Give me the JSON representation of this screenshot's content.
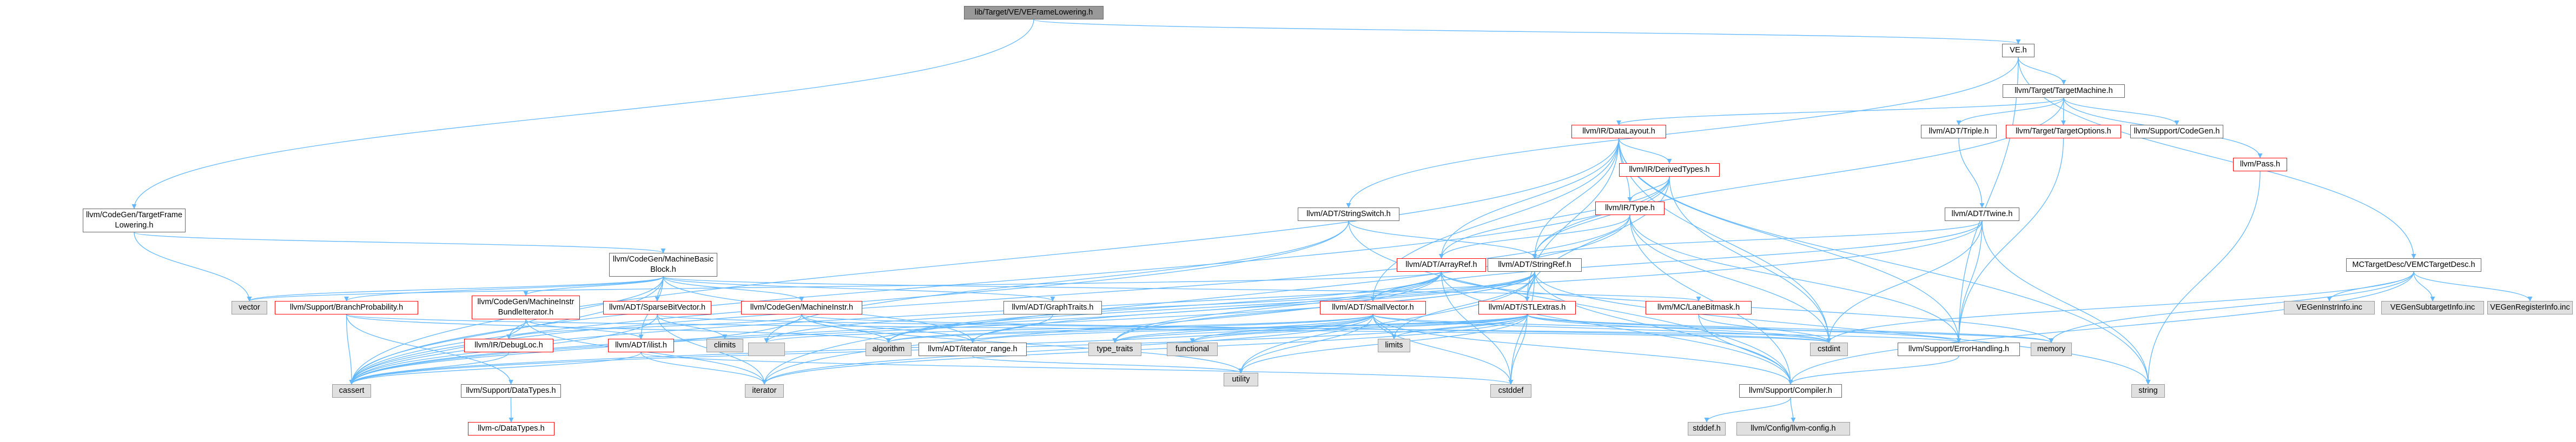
{
  "colors": {
    "edge": "#63b8ff",
    "edge_alt": "#6b9ec4",
    "node_border": "#666666",
    "node_border_missing": "#ff0000",
    "external_node_fill": "#e0e0e0",
    "root_node_fill": "#999999"
  },
  "nodes": {
    "root": "lib/Target/VE/VEFrameLowering.h",
    "ve": "VE.h",
    "codegen_target_frame": "llvm/CodeGen/TargetFrame\nLowering.h",
    "target_machine": "llvm/Target/TargetMachine.h",
    "mctarget_desc": "MCTargetDesc/VEMCTargetDesc.h",
    "data_layout": "llvm/IR/DataLayout.h",
    "adt_triple": "llvm/ADT/Triple.h",
    "target_options": "llvm/Target/TargetOptions.h",
    "support_codegen": "llvm/Support/CodeGen.h",
    "pass": "llvm/Pass.h",
    "derived_types": "llvm/IR/DerivedTypes.h",
    "ir_type": "llvm/IR/Type.h",
    "string_switch": "llvm/ADT/StringSwitch.h",
    "twine": "llvm/ADT/Twine.h",
    "machine_basic_block": "llvm/CodeGen/MachineBasic\nBlock.h",
    "array_ref": "llvm/ADT/ArrayRef.h",
    "string_ref": "llvm/ADT/StringRef.h",
    "vector": "vector",
    "branch_probability": "llvm/Support/BranchProbability.h",
    "machine_instr_bundle_iterator": "llvm/CodeGen/MachineInstr\nBundleIterator.h",
    "sparse_bit_vector": "llvm/ADT/SparseBitVector.h",
    "machine_instr": "llvm/CodeGen/MachineInstr.h",
    "graph_traits": "llvm/ADT/GraphTraits.h",
    "small_vector": "llvm/ADT/SmallVector.h",
    "stl_extras": "llvm/ADT/STLExtras.h",
    "lane_bitmask": "llvm/MC/LaneBitmask.h",
    "debug_loc": "llvm/IR/DebugLoc.h",
    "ilist": "llvm/ADT/ilist.h",
    "climits": "climits",
    "algorithm": "algorithm",
    "iterator_range": "llvm/ADT/iterator_range.h",
    "type_traits": "type_traits",
    "functional": "functional",
    "limits": "limits",
    "cstdint": "cstdint",
    "error_handling": "llvm/Support/ErrorHandling.h",
    "memory": "memory",
    "cassert": "cassert",
    "data_types": "llvm/Support/DataTypes.h",
    "iterator": "iterator",
    "utility": "utility",
    "cstddef": "cstddef",
    "compiler": "llvm/Support/Compiler.h",
    "string": "string",
    "genregisterinfo": "VEGenRegisterInfo.inc",
    "gensubtargetinfo": "VEGenSubtargetInfo.inc",
    "geninstrinfo": "VEGenInstrInfo.inc",
    "llvm_c_datatypes": "llvm-c/DataTypes.h",
    "stddef": "stddef.h",
    "llvm_config": "llvm/Config/llvm-config.h"
  },
  "edges": [
    [
      "root",
      "ve"
    ],
    [
      "root",
      "codegen_target_frame"
    ],
    [
      "ve",
      "target_machine"
    ],
    [
      "ve",
      "mctarget_desc"
    ],
    [
      "ve",
      "string_switch"
    ],
    [
      "ve",
      "error_handling"
    ],
    [
      "codegen_target_frame",
      "machine_basic_block"
    ],
    [
      "codegen_target_frame",
      "vector"
    ],
    [
      "target_machine",
      "data_layout"
    ],
    [
      "target_machine",
      "adt_triple"
    ],
    [
      "target_machine",
      "target_options"
    ],
    [
      "target_machine",
      "support_codegen"
    ],
    [
      "target_machine",
      "pass"
    ],
    [
      "target_machine",
      "string_ref"
    ],
    [
      "mctarget_desc",
      "geninstrinfo"
    ],
    [
      "mctarget_desc",
      "gensubtargetinfo"
    ],
    [
      "mctarget_desc",
      "genregisterinfo"
    ],
    [
      "mctarget_desc",
      "memory"
    ],
    [
      "mctarget_desc",
      "compiler"
    ],
    [
      "mctarget_desc",
      "cstdint"
    ],
    [
      "data_layout",
      "derived_types"
    ],
    [
      "data_layout",
      "ir_type"
    ],
    [
      "data_layout",
      "array_ref"
    ],
    [
      "data_layout",
      "small_vector"
    ],
    [
      "data_layout",
      "stl_extras"
    ],
    [
      "data_layout",
      "string_ref"
    ],
    [
      "data_layout",
      "error_handling"
    ],
    [
      "data_layout",
      "cassert"
    ],
    [
      "data_layout",
      "cstdint"
    ],
    [
      "data_layout",
      "string"
    ],
    [
      "adt_triple",
      "twine"
    ],
    [
      "target_options",
      "error_handling"
    ],
    [
      "pass",
      "string"
    ],
    [
      "derived_types",
      "ir_type"
    ],
    [
      "derived_types",
      "array_ref"
    ],
    [
      "derived_types",
      "stl_extras"
    ],
    [
      "derived_types",
      "string_ref"
    ],
    [
      "derived_types",
      "cassert"
    ],
    [
      "derived_types",
      "cstdint"
    ],
    [
      "ir_type",
      "array_ref"
    ],
    [
      "ir_type",
      "compiler"
    ],
    [
      "ir_type",
      "error_handling"
    ],
    [
      "ir_type",
      "cassert"
    ],
    [
      "ir_type",
      "cstdint"
    ],
    [
      "ir_type",
      "iterator"
    ],
    [
      "string_switch",
      "string_ref"
    ],
    [
      "string_switch",
      "compiler"
    ],
    [
      "string_switch",
      "cassert"
    ],
    [
      "string_switch",
      "cstring"
    ],
    [
      "twine",
      "small_vector"
    ],
    [
      "twine",
      "string_ref"
    ],
    [
      "twine",
      "error_handling"
    ],
    [
      "twine",
      "cassert"
    ],
    [
      "twine",
      "cstdint"
    ],
    [
      "twine",
      "string"
    ],
    [
      "machine_basic_block",
      "branch_probability"
    ],
    [
      "machine_basic_block",
      "machine_instr_bundle_iterator"
    ],
    [
      "machine_basic_block",
      "sparse_bit_vector"
    ],
    [
      "machine_basic_block",
      "machine_instr"
    ],
    [
      "machine_basic_block",
      "graph_traits"
    ],
    [
      "machine_basic_block",
      "iterator_range"
    ],
    [
      "machine_basic_block",
      "lane_bitmask"
    ],
    [
      "machine_basic_block",
      "debug_loc"
    ],
    [
      "machine_basic_block",
      "ilist"
    ],
    [
      "machine_basic_block",
      "cassert"
    ],
    [
      "machine_basic_block",
      "vector"
    ],
    [
      "array_ref",
      "small_vector"
    ],
    [
      "array_ref",
      "stl_extras"
    ],
    [
      "array_ref",
      "compiler"
    ],
    [
      "array_ref",
      "algorithm"
    ],
    [
      "array_ref",
      "cassert"
    ],
    [
      "array_ref",
      "cstddef"
    ],
    [
      "array_ref",
      "iterator"
    ],
    [
      "array_ref",
      "memory"
    ],
    [
      "array_ref",
      "type_traits"
    ],
    [
      "array_ref",
      "vector"
    ],
    [
      "string_ref",
      "stl_extras"
    ],
    [
      "string_ref",
      "iterator_range"
    ],
    [
      "string_ref",
      "compiler"
    ],
    [
      "string_ref",
      "algorithm"
    ],
    [
      "string_ref",
      "cassert"
    ],
    [
      "string_ref",
      "cstddef"
    ],
    [
      "string_ref",
      "cstring"
    ],
    [
      "string_ref",
      "limits"
    ],
    [
      "string_ref",
      "string"
    ],
    [
      "string_ref",
      "type_traits"
    ],
    [
      "string_ref",
      "utility"
    ],
    [
      "small_vector",
      "compiler"
    ],
    [
      "small_vector",
      "algorithm"
    ],
    [
      "small_vector",
      "cassert"
    ],
    [
      "small_vector",
      "cstddef"
    ],
    [
      "small_vector",
      "cstdint"
    ],
    [
      "small_vector",
      "cstring"
    ],
    [
      "small_vector",
      "functional"
    ],
    [
      "small_vector",
      "iterator"
    ],
    [
      "small_vector",
      "limits"
    ],
    [
      "small_vector",
      "memory"
    ],
    [
      "small_vector",
      "type_traits"
    ],
    [
      "small_vector",
      "utility"
    ],
    [
      "stl_extras",
      "iterator_range"
    ],
    [
      "stl_extras",
      "error_handling"
    ],
    [
      "stl_extras",
      "algorithm"
    ],
    [
      "stl_extras",
      "cassert"
    ],
    [
      "stl_extras",
      "cstddef"
    ],
    [
      "stl_extras",
      "cstdint"
    ],
    [
      "stl_extras",
      "functional"
    ],
    [
      "stl_extras",
      "iterator"
    ],
    [
      "stl_extras",
      "limits"
    ],
    [
      "stl_extras",
      "memory"
    ],
    [
      "stl_extras",
      "type_traits"
    ],
    [
      "stl_extras",
      "utility"
    ],
    [
      "lane_bitmask",
      "compiler"
    ],
    [
      "lane_bitmask",
      "cstdint"
    ],
    [
      "branch_probability",
      "data_types"
    ],
    [
      "branch_probability",
      "cassert"
    ],
    [
      "branch_probability",
      "algorithm"
    ],
    [
      "branch_probability",
      "cstdint"
    ],
    [
      "machine_instr_bundle_iterator",
      "ilist"
    ],
    [
      "machine_instr_bundle_iterator",
      "cassert"
    ],
    [
      "machine_instr_bundle_iterator",
      "iterator"
    ],
    [
      "sparse_bit_vector",
      "error_handling"
    ],
    [
      "sparse_bit_vector",
      "cassert"
    ],
    [
      "sparse_bit_vector",
      "climits"
    ],
    [
      "sparse_bit_vector",
      "iterator"
    ],
    [
      "machine_instr",
      "iterator_range"
    ],
    [
      "machine_instr",
      "debug_loc"
    ],
    [
      "machine_instr",
      "algorithm"
    ],
    [
      "machine_instr",
      "cassert"
    ],
    [
      "machine_instr",
      "cstdint"
    ],
    [
      "machine_instr",
      "utility"
    ],
    [
      "graph_traits",
      "iterator_range"
    ],
    [
      "debug_loc",
      "cassert"
    ],
    [
      "ilist",
      "cassert"
    ],
    [
      "ilist",
      "cstddef"
    ],
    [
      "ilist",
      "iterator"
    ],
    [
      "iterator_range",
      "utility"
    ],
    [
      "error_handling",
      "compiler"
    ],
    [
      "data_types",
      "llvm_c_datatypes"
    ],
    [
      "compiler",
      "stddef"
    ],
    [
      "compiler",
      "llvm_config"
    ]
  ]
}
